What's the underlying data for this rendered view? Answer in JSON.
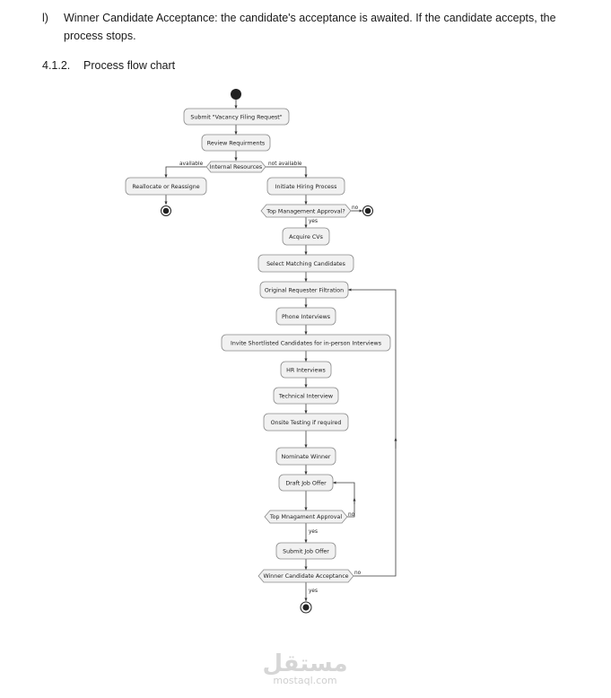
{
  "intro": {
    "marker": "l)",
    "text": "Winner Candidate Acceptance: the candidate's acceptance is awaited. If the candidate accepts, the process stops."
  },
  "section": {
    "number": "4.1.2.",
    "title": "Process flow chart"
  },
  "flow": {
    "submit": "Submit \"Vacancy Filing Request\"",
    "review": "Review Requirments",
    "internal_resources": "Internal Resources",
    "available": "available",
    "not_available": "not available",
    "reallocate": "Reallocate or Reassigne",
    "initiate": "Initiate Hiring Process",
    "top_mgmt_approval": "Top Management Approval?",
    "yes1": "yes",
    "no1": "no",
    "acquire": "Acquire CVs",
    "select": "Select Matching  Candidates",
    "original": "Original Requester Filtration",
    "phone": "Phone Interviews",
    "invite": "Invite Shortlisted Candidates for in-person Interviews",
    "hr": "HR Interviews",
    "technical": "Technical Interview",
    "onsite": "Onsite Testing if required",
    "nominate": "Nominate Winner",
    "draft": "Draft Job Offer",
    "top_mnagament": "Top Mnagament Approval",
    "no2": "no",
    "yes2": "yes",
    "submit_offer": "Submit Job Offer",
    "winner": "Winner Candidate Acceptance",
    "no3": "no",
    "yes3": "yes"
  },
  "watermark": {
    "arabic": "مستقل",
    "latin": "mostaql.com"
  }
}
